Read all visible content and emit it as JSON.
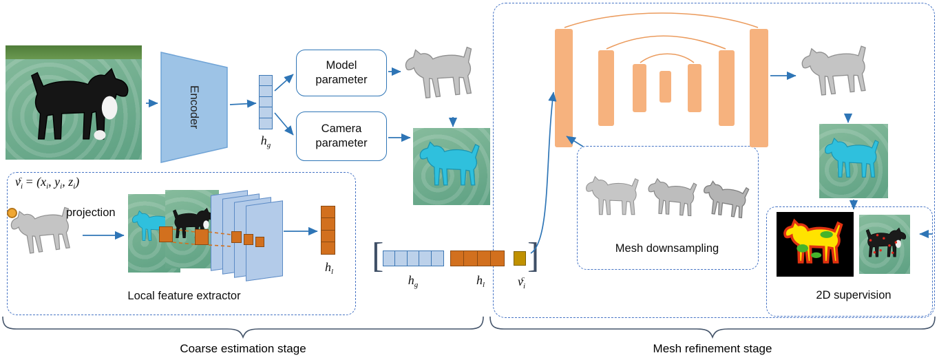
{
  "colors": {
    "arrow_blue": "#2e75b6",
    "dashed_border": "#4472c4",
    "encoder_fill": "#9dc3e6",
    "feature_blue": "#bcd1ea",
    "feature_orange": "#d2701e",
    "vertex_olive": "#c09100",
    "unet_bar": "#f6b27e",
    "skip_arc": "#eb9b5d",
    "mesh_gray": "#c4c4c4",
    "overlay_cyan": "#2fc0dd",
    "mask_yellow": "#ffe300",
    "mask_red": "#e03210",
    "mask_green": "#45b32b"
  },
  "coarse": {
    "stage_label": "Coarse estimation stage",
    "encoder_label": "Encoder",
    "model_param_label": "Model parameter",
    "camera_param_label": "Camera parameter",
    "hg": {
      "base": "h",
      "sub": "g"
    }
  },
  "local": {
    "box_label": "Local feature extractor",
    "projection_label": "projection",
    "formula": {
      "v": "v",
      "v_sub": "i",
      "v_sup": "c",
      "eq": " = (",
      "x": "x",
      "x_sub": "i",
      "c1": ", ",
      "y": "y",
      "y_sub": "i",
      "c2": ", ",
      "z": "z",
      "z_sub": "i",
      "close": ")"
    },
    "hl": {
      "base": "h",
      "sub": "l"
    }
  },
  "concat": {
    "lbracket": "[",
    "rbracket": "]",
    "hg": {
      "base": "h",
      "sub": "g"
    },
    "hl": {
      "base": "h",
      "sub": "l"
    },
    "vic": {
      "base": "v",
      "sub": "i",
      "sup": "c"
    }
  },
  "refine": {
    "stage_label": "Mesh refinement stage",
    "downsampling_label": "Mesh downsampling",
    "supervision_label": "2D supervision"
  }
}
